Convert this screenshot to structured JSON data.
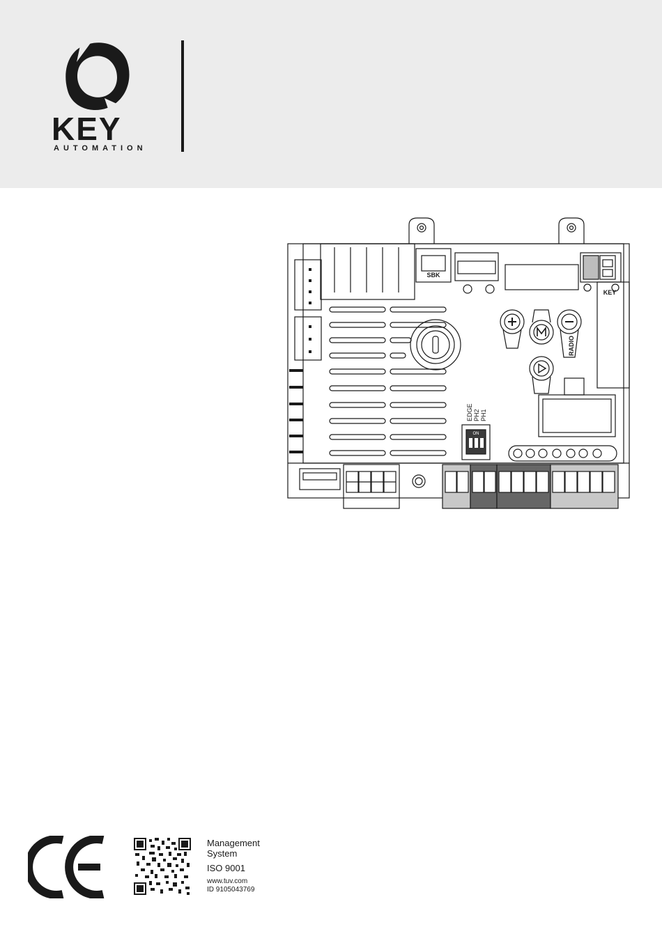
{
  "brand": {
    "name": "KEY",
    "subtitle": "AUTOMATION",
    "logo_icon": "key-automation-logo-icon"
  },
  "board": {
    "labels": {
      "sbk": "SBK",
      "key": "KEY",
      "radio": "RADIO",
      "dip_edge": "EDGE",
      "dip_ph2": "PH2",
      "dip_ph1": "PH1",
      "dip_on": "ON"
    },
    "button_icons": [
      "plus-button-icon",
      "menu-button-icon",
      "minus-button-icon",
      "play-button-icon"
    ]
  },
  "footer": {
    "ce_mark": "ce-mark-icon",
    "qr_code": "qr-code-icon",
    "cert_line1": "Management",
    "cert_line2": "System",
    "cert_line3": "ISO 9001",
    "cert_url": "www.tuv.com",
    "cert_id": "ID  9105043769"
  }
}
